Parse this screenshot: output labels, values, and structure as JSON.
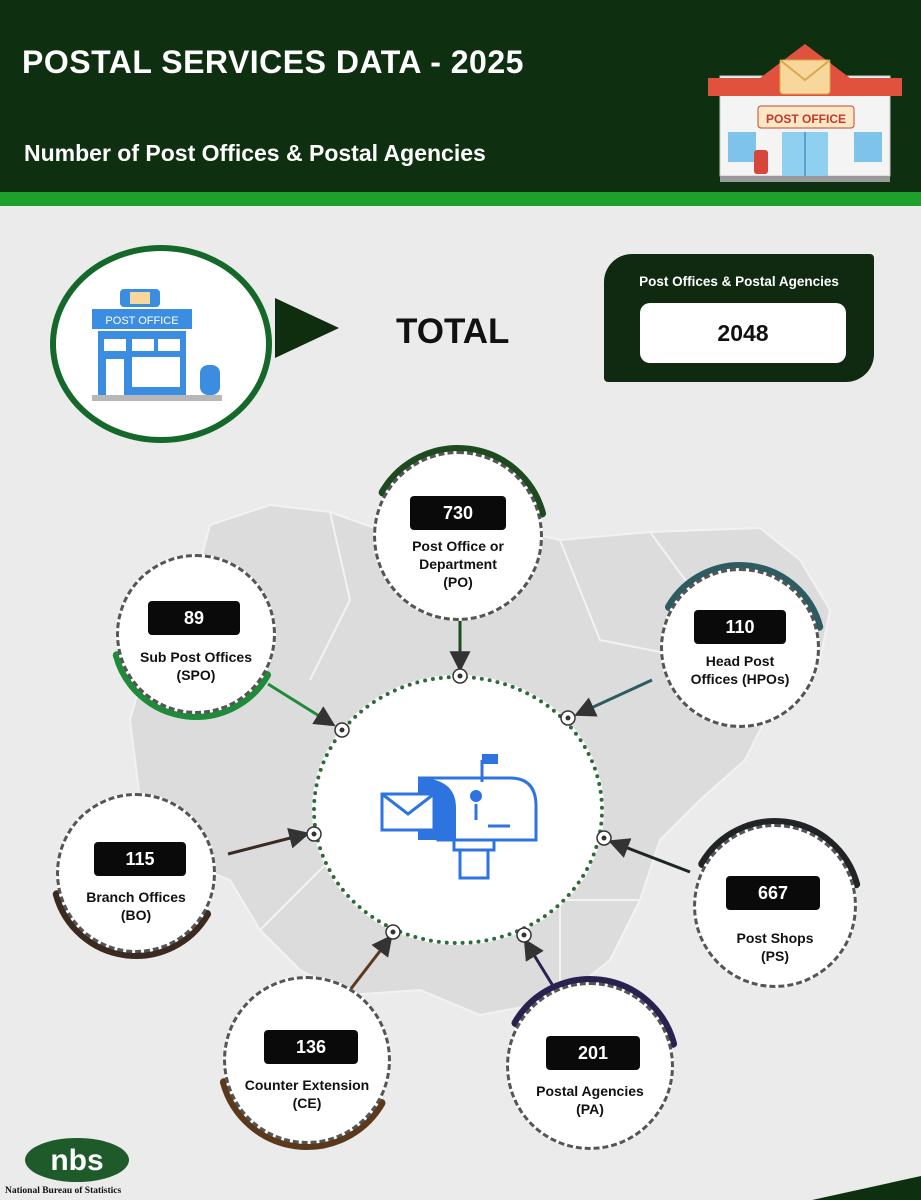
{
  "header": {
    "title": "POSTAL SERVICES DATA - 2025",
    "subtitle": "Number of Post Offices & Postal Agencies",
    "illustration_sign": "POST OFFICE"
  },
  "total": {
    "icon_sign": "POST OFFICE",
    "label": "TOTAL",
    "box_label": "Post Offices & Postal Agencies",
    "value": "2048"
  },
  "nodes": [
    {
      "key": "po",
      "value": "730",
      "label_lines": [
        "Post Office or",
        "Department",
        "(PO)"
      ],
      "color": "#1d4a1f"
    },
    {
      "key": "spo",
      "value": "89",
      "label_lines": [
        "Sub Post Offices",
        "(SPO)"
      ],
      "color": "#1f8a3a"
    },
    {
      "key": "hpo",
      "value": "110",
      "label_lines": [
        "Head Post",
        "Offices (HPOs)"
      ],
      "color": "#2d5b62"
    },
    {
      "key": "bo",
      "value": "115",
      "label_lines": [
        "Branch Offices",
        "(BO)"
      ],
      "color": "#3b2a22"
    },
    {
      "key": "ps",
      "value": "667",
      "label_lines": [
        "Post Shops",
        "(PS)"
      ],
      "color": "#1f2526"
    },
    {
      "key": "ce",
      "value": "136",
      "label_lines": [
        "Counter Extension",
        "(CE)"
      ],
      "color": "#5b391d"
    },
    {
      "key": "pa",
      "value": "201",
      "label_lines": [
        "Postal Agencies",
        "(PA)"
      ],
      "color": "#2a2150"
    }
  ],
  "footer": {
    "logo_text": "nbs",
    "org_name": "National Bureau of Statistics"
  },
  "colors": {
    "header_bg": "#0f3010",
    "accent_green": "#1ea12a",
    "page_bg": "#ebebeb",
    "mailbox_blue": "#2d74e0"
  }
}
